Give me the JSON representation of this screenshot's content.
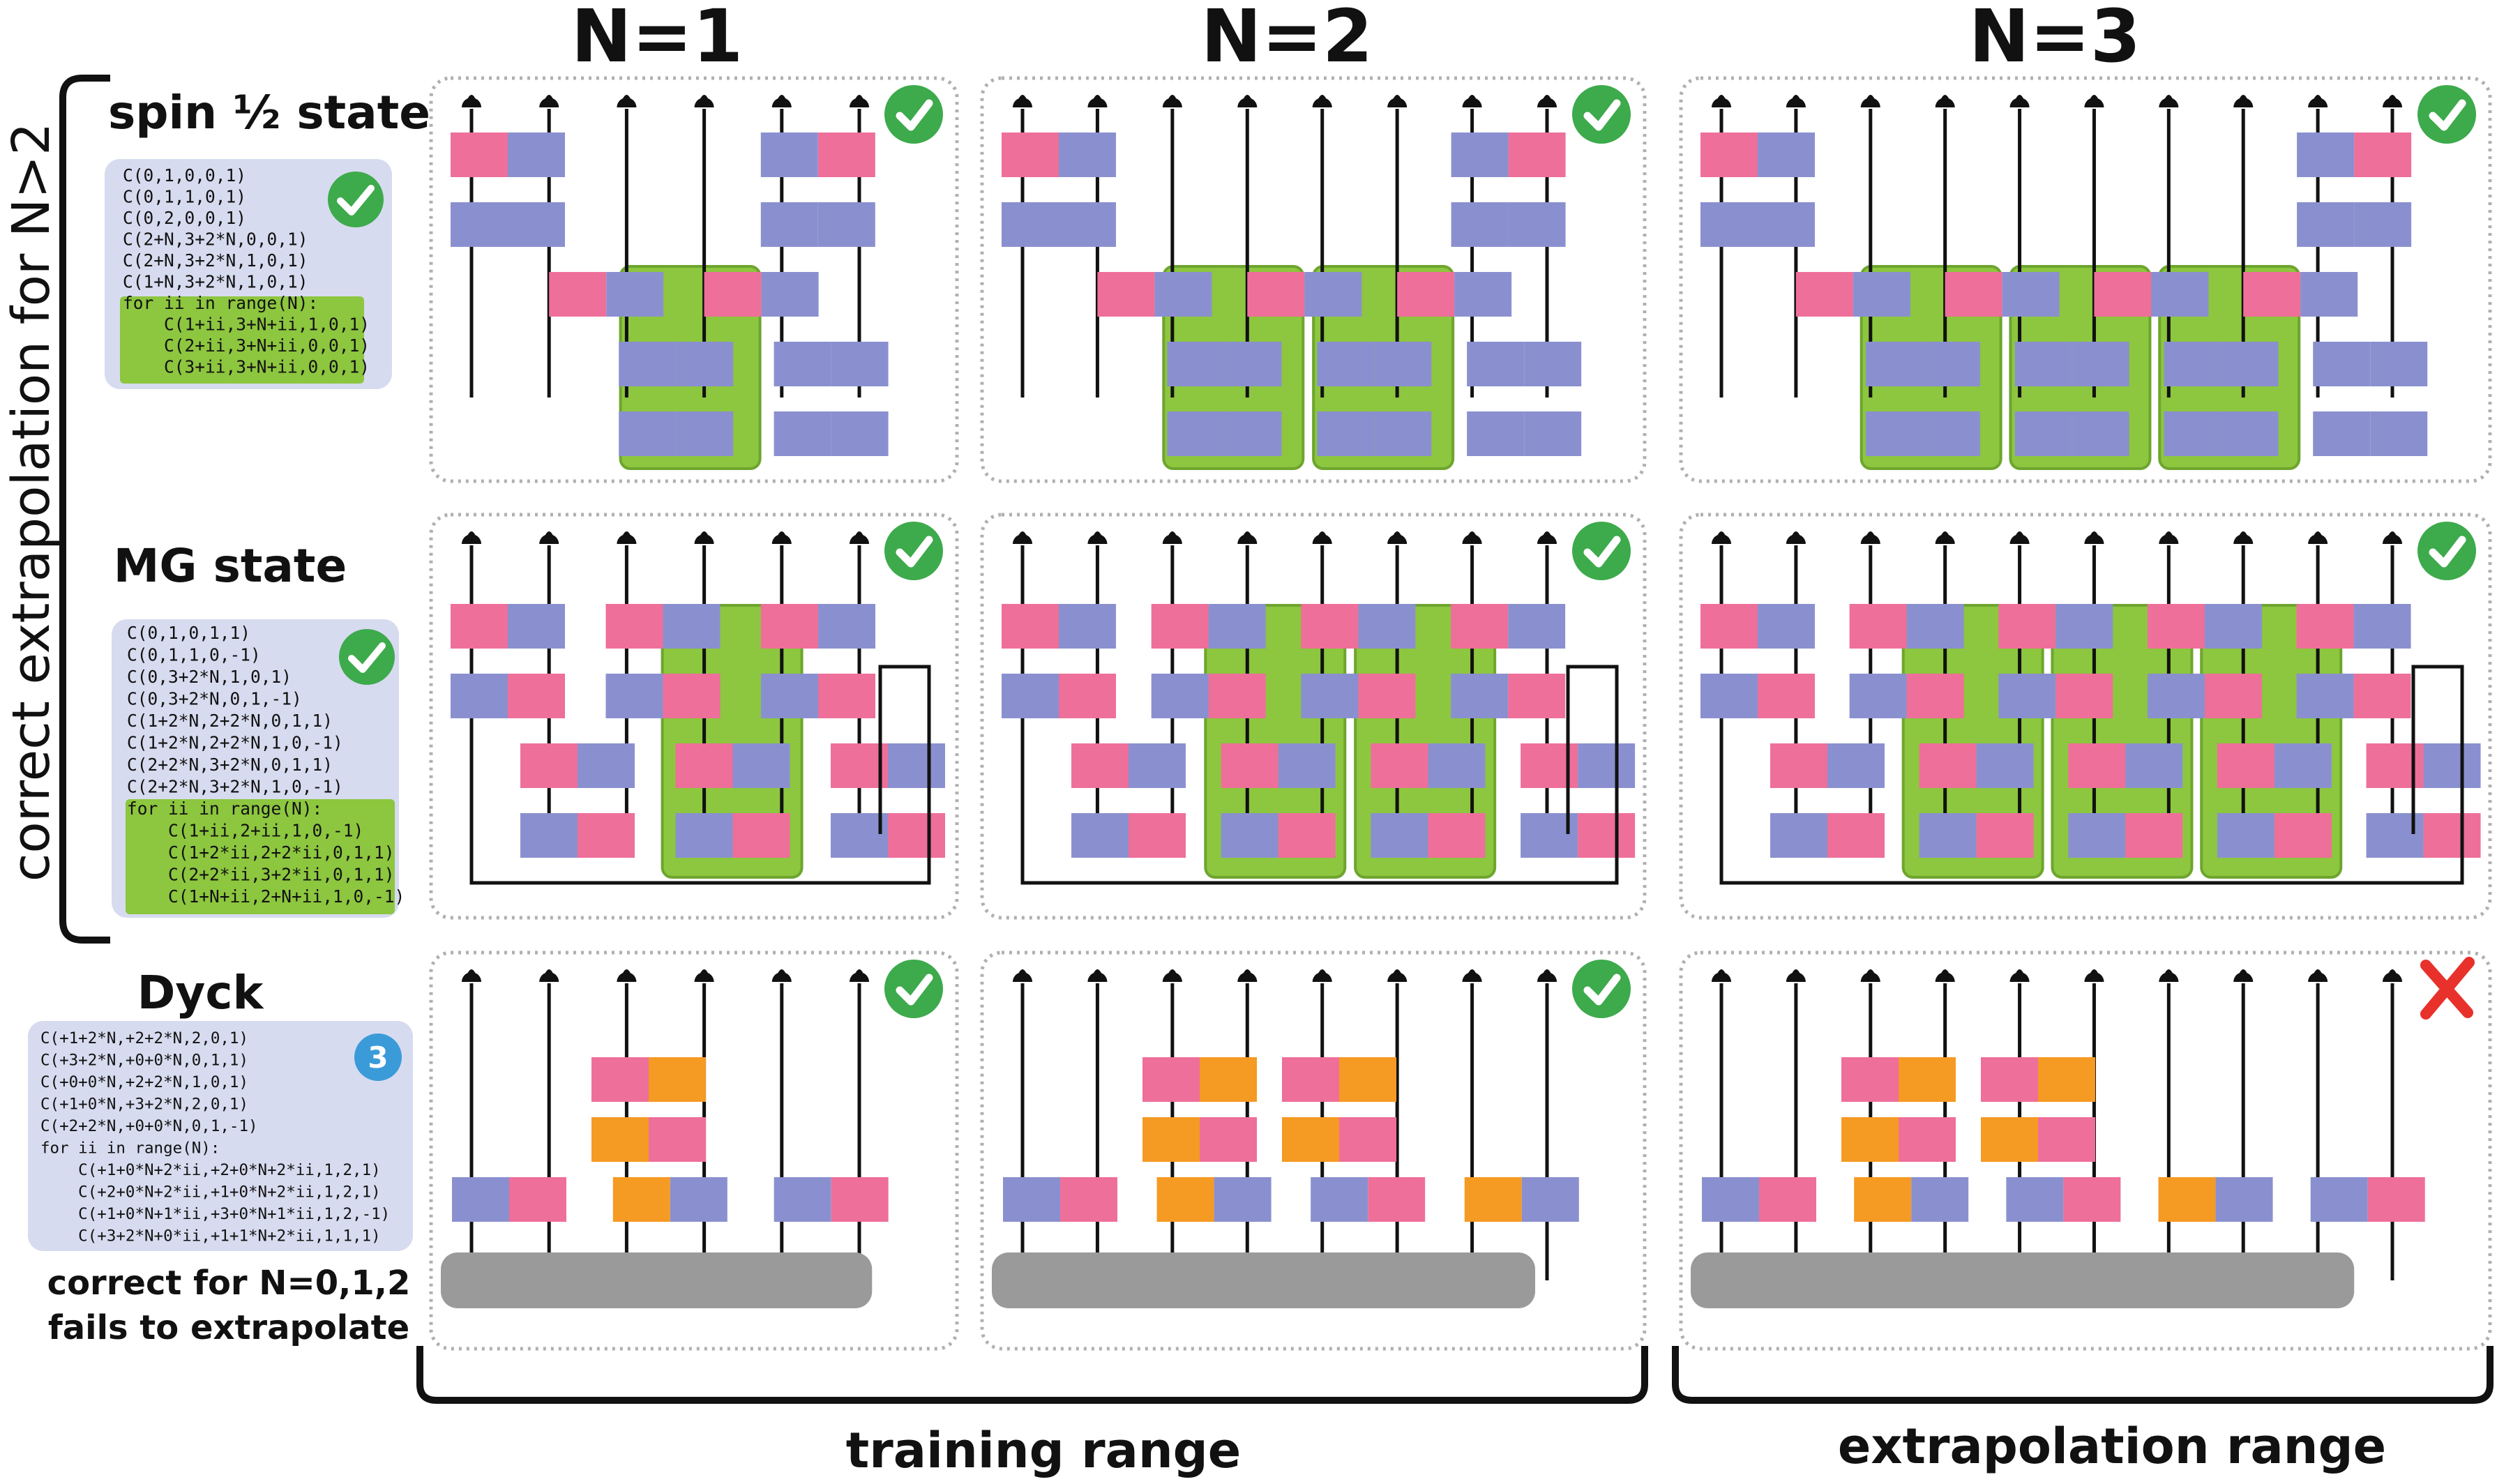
{
  "column_headers": [
    "N=1",
    "N=2",
    "N=3"
  ],
  "side_label": "correct extrapolation for N>2",
  "bottom_labels": {
    "training": "training range",
    "extrapolation": "extrapolation range"
  },
  "rows": [
    {
      "label": "spin ½ state",
      "code_plain": [
        "C(0,1,0,0,1)",
        "C(0,1,1,0,1)",
        "C(0,2,0,0,1)",
        "C(2+N,3+2*N,0,0,1)",
        "C(2+N,3+2*N,1,0,1)",
        "C(1+N,3+2*N,1,0,1)"
      ],
      "code_loop": [
        "for ii in range(N):",
        "    C(1+ii,3+N+ii,1,0,1)",
        "    C(2+ii,3+N+ii,0,0,1)",
        "    C(3+ii,3+N+ii,0,0,1)"
      ],
      "code_status": "check",
      "results": [
        "check",
        "check",
        "check"
      ]
    },
    {
      "label": "MG state",
      "code_plain": [
        "C(0,1,0,1,1)",
        "C(0,1,1,0,-1)",
        "C(0,3+2*N,1,0,1)",
        "C(0,3+2*N,0,1,-1)",
        "C(1+2*N,2+2*N,0,1,1)",
        "C(1+2*N,2+2*N,1,0,-1)",
        "C(2+2*N,3+2*N,0,1,1)",
        "C(2+2*N,3+2*N,1,0,-1)"
      ],
      "code_loop": [
        "for ii in range(N):",
        "    C(1+ii,2+ii,1,0,-1)",
        "    C(1+2*ii,2+2*ii,0,1,1)",
        "    C(2+2*ii,3+2*ii,0,1,1)",
        "    C(1+N+ii,2+N+ii,1,0,-1)"
      ],
      "code_status": "check",
      "results": [
        "check",
        "check",
        "check"
      ]
    },
    {
      "label": "Dyck",
      "code_plain": [
        "C(+1+2*N,+2+2*N,2,0,1)",
        "C(+3+2*N,+0+0*N,0,1,1)",
        "C(+0+0*N,+2+2*N,1,0,1)",
        "C(+1+0*N,+3+2*N,2,0,1)",
        "C(+2+2*N,+0+0*N,0,1,-1)",
        "for ii in range(N):",
        "    C(+1+0*N+2*ii,+2+0*N+2*ii,1,2,1)",
        "    C(+2+0*N+2*ii,+1+0*N+2*ii,1,2,1)",
        "    C(+1+0*N+1*ii,+3+0*N+1*ii,1,2,-1)",
        "    C(+3+2*N+0*ii,+1+1*N+2*ii,1,1,1)"
      ],
      "code_loop": [],
      "code_status": "3",
      "note": [
        "correct for N=0,1,2",
        "fails to extrapolate"
      ],
      "results": [
        "check",
        "check",
        "cross"
      ]
    }
  ],
  "colors": {
    "pink": "#EE6F9A",
    "blue": "#8A90CF",
    "orange": "#F59A23",
    "green": "#8DC63F",
    "check_green": "#3DAA4C",
    "cross_red": "#E8312A",
    "badge_blue": "#3B9BD9",
    "code_panel": "#D7DBEF",
    "gray_bar": "#9A9A9A"
  }
}
